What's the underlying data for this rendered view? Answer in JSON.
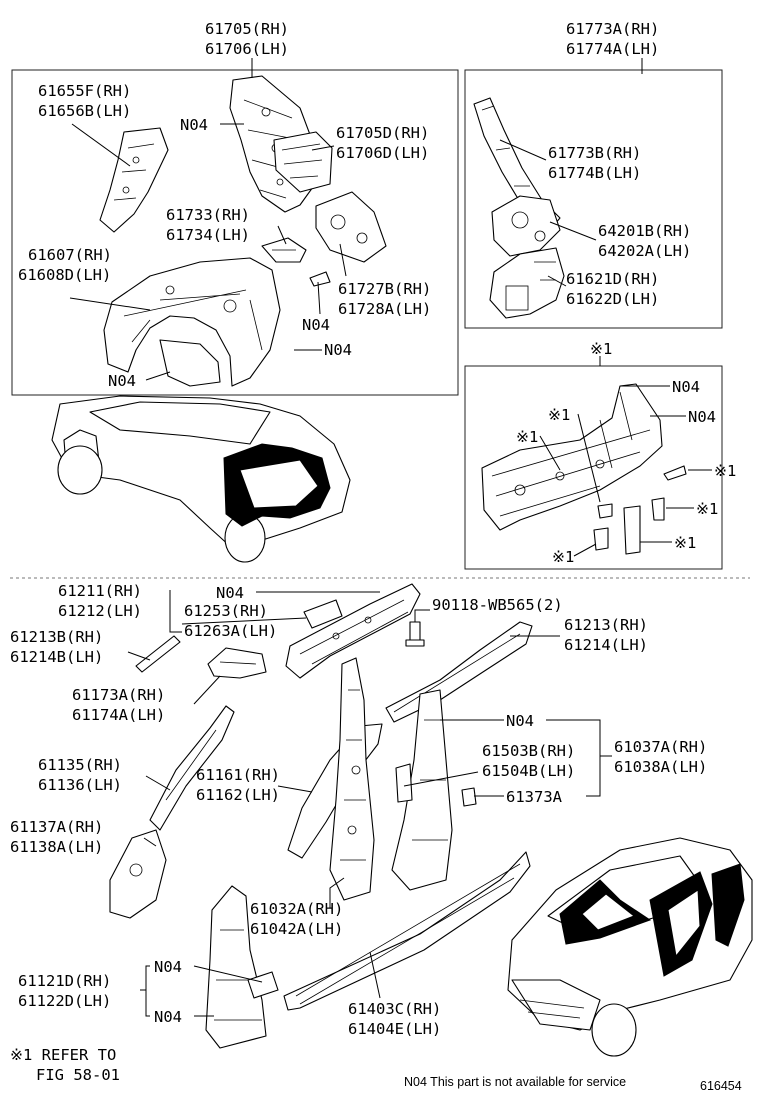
{
  "labels": {
    "l1": "61705(RH)",
    "l2": "61706(LH)",
    "l3": "61655F(RH)",
    "l4": "61656B(LH)",
    "l5": "N04",
    "l6": "61705D(RH)",
    "l7": "61706D(LH)",
    "l8": "61733(RH)",
    "l9": "61734(LH)",
    "l10": "61607(RH)",
    "l11": "61608D(LH)",
    "l12": "61727B(RH)",
    "l13": "61728A(LH)",
    "l14": "N04",
    "l15": "N04",
    "l16": "N04",
    "l17": "61773A(RH)",
    "l18": "61774A(LH)",
    "l19": "61773B(RH)",
    "l20": "61774B(LH)",
    "l21": "64201B(RH)",
    "l22": "64202A(LH)",
    "l23": "61621D(RH)",
    "l24": "61622D(LH)",
    "l25": "※1",
    "l26": "N04",
    "l27": "※1",
    "l28": "N04",
    "l29": "※1",
    "l30": "※1",
    "l31": "※1",
    "l32": "※1",
    "l33": "※1",
    "l34": "61211(RH)",
    "l35": "61212(LH)",
    "l36": "N04",
    "l37": "61253(RH)",
    "l38": "61263A(LH)",
    "l39": "90118-WB565(2)",
    "l40": "61213B(RH)",
    "l41": "61214B(LH)",
    "l42": "61213(RH)",
    "l43": "61214(LH)",
    "l44": "61173A(RH)",
    "l45": "61174A(LH)",
    "l46": "N04",
    "l47": "61135(RH)",
    "l48": "61136(LH)",
    "l49": "61161(RH)",
    "l50": "61162(LH)",
    "l51": "61503B(RH)",
    "l52": "61504B(LH)",
    "l53": "61037A(RH)",
    "l54": "61038A(LH)",
    "l55": "61373A",
    "l56": "61137A(RH)",
    "l57": "61138A(LH)",
    "l58": "61032A(RH)",
    "l59": "61042A(LH)",
    "l60": "N04",
    "l61": "61121D(RH)",
    "l62": "61122D(LH)",
    "l63": "N04",
    "l64": "61403C(RH)",
    "l65": "61404E(LH)",
    "l66": "※1 REFER TO",
    "l67": "FIG 58-01",
    "l68": "N04  This part is not available for service",
    "l69": "616454"
  }
}
